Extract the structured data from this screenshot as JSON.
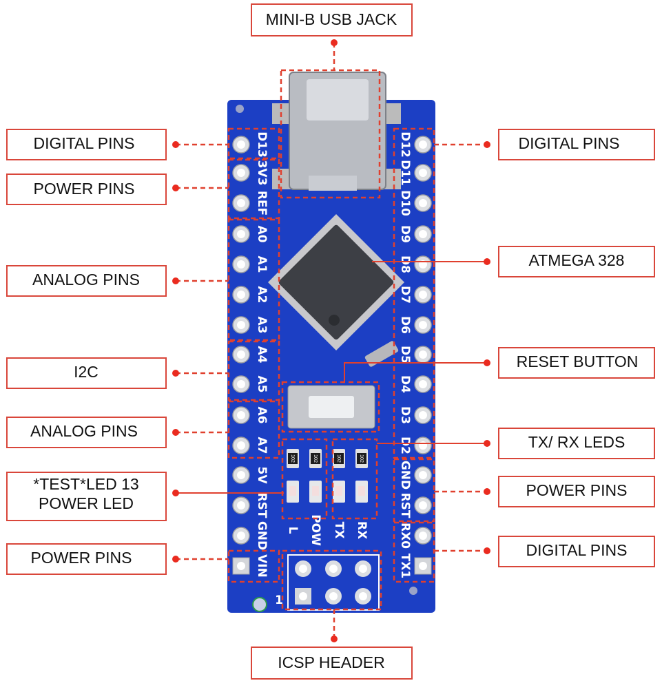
{
  "callouts": {
    "usb": "MINI-B USB JACK",
    "icsp": "ICSP HEADER",
    "left": [
      "DIGITAL PINS",
      "POWER PINS",
      "ANALOG PINS",
      "I2C",
      "ANALOG PINS",
      "*TEST*LED 13",
      "POWER LED",
      "POWER PINS"
    ],
    "right": [
      "DIGITAL PINS",
      "ATMEGA 328",
      "RESET BUTTON",
      "TX/ RX LEDS",
      "POWER PINS",
      "DIGITAL PINS"
    ]
  },
  "board": {
    "left_pins": [
      "D13",
      "3V3",
      "REF",
      "A0",
      "A1",
      "A2",
      "A3",
      "A4",
      "A5",
      "A6",
      "A7",
      "5V",
      "RST",
      "GND",
      "VIN"
    ],
    "right_pins": [
      "D12",
      "D11",
      "D10",
      "D9",
      "D8",
      "D7",
      "D6",
      "D5",
      "D4",
      "D3",
      "D2",
      "GND",
      "RST",
      "RX0",
      "TX1"
    ],
    "led_labels": [
      "L",
      "POW",
      "TX",
      "RX"
    ],
    "resistor_code": "102",
    "icsp_pin1": "1",
    "colors": {
      "board": "#1c3fc4",
      "accent": "#e0402e"
    }
  }
}
